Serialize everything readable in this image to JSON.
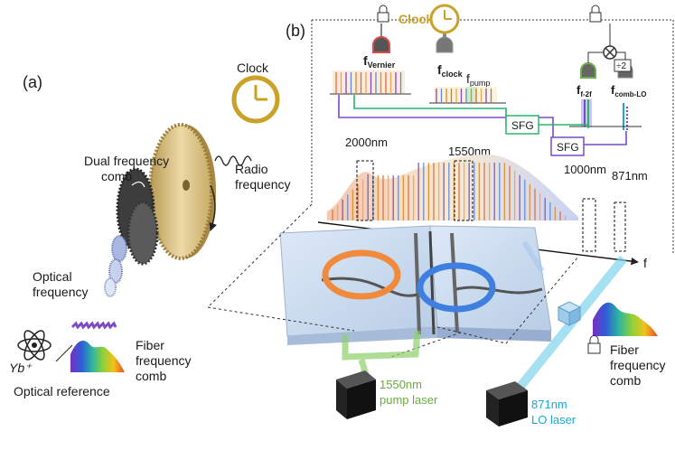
{
  "panels": {
    "a": {
      "label": "(a)",
      "clock_label": "Clock",
      "radio_frequency": [
        "Radio",
        "frequency"
      ],
      "dual_comb": [
        "Dual frequency",
        "comb"
      ],
      "optical_frequency": [
        "Optical",
        "frequency"
      ],
      "ion": "Yb⁺",
      "optical_reference": "Optical reference",
      "fiber_comb": [
        "Fiber",
        "frequency",
        "comb"
      ]
    },
    "b": {
      "label": "(b)",
      "clock_label": "Clock",
      "f_vernier": {
        "main": "f",
        "sub": "Vernier"
      },
      "f_clock": {
        "main": "f",
        "sub": "clock"
      },
      "f_pump": {
        "main": "f",
        "sub": "pump"
      },
      "f_f2f": {
        "main": "f",
        "sub": "f-2f"
      },
      "f_comb_lo": {
        "main": "f",
        "sub": "comb-LO"
      },
      "divide": "÷2",
      "sfg1": "SFG",
      "sfg2": "SFG",
      "wl_2000": "2000nm",
      "wl_1550": "1550nm",
      "wl_1000": "1000nm",
      "wl_871": "871nm",
      "axis_f": "f",
      "pump_laser": [
        "1550nm",
        "pump laser"
      ],
      "lo_laser": [
        "871nm",
        "LO laser"
      ],
      "fiber_comb": [
        "Fiber",
        "frequency",
        "comb"
      ]
    }
  },
  "colors": {
    "gold": "#c9a227",
    "gear_dark": "#4a4a4a",
    "ring_orange": "#f08a3c",
    "ring_blue": "#3f7fe0",
    "sfg_green": "#2db36b",
    "sfg_purple": "#7a4bc7",
    "pump_green": "#8fcf6a",
    "lo_cyan": "#1aa9d6",
    "lock_red": "#d94b4b"
  }
}
